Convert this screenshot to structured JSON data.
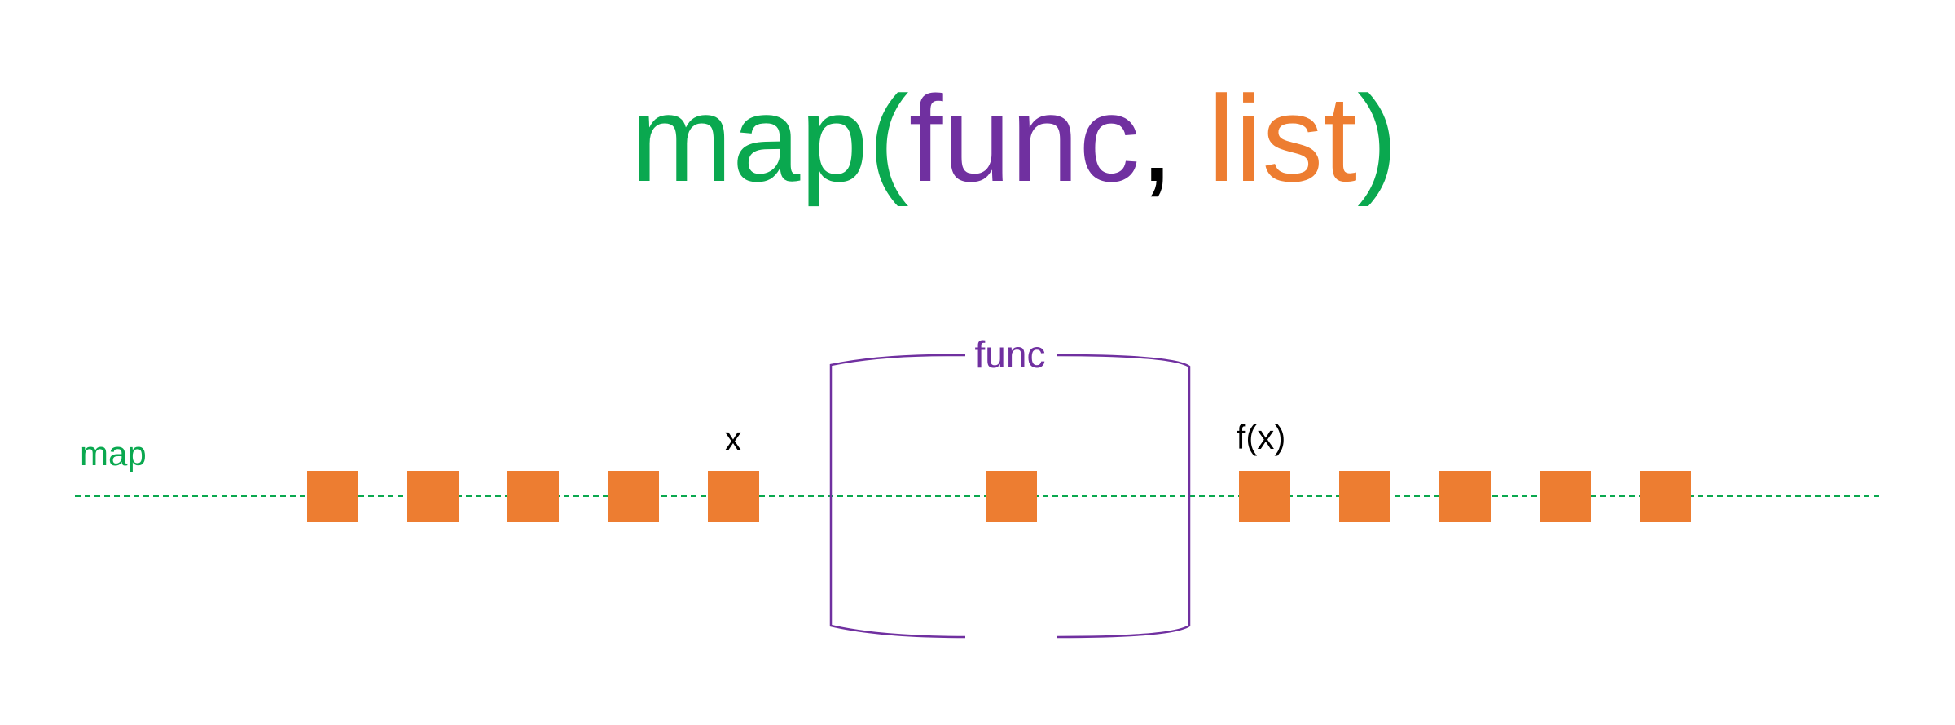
{
  "title": {
    "map": "map",
    "open_paren": "(",
    "func": "func",
    "comma": ",",
    "list": "list",
    "close_paren": ")"
  },
  "labels": {
    "map": "map",
    "x": "x",
    "func": "func",
    "fx": "f(x)"
  },
  "diagram": {
    "input_items": 5,
    "items_inside_func": 1,
    "output_items": 5
  },
  "colors": {
    "map": "#0aa84f",
    "func": "#7030a0",
    "list": "#ed7d31",
    "comma": "#000000",
    "text": "#000000",
    "item": "#ed7d31",
    "dashed_line": "#0aa84f",
    "bracket": "#7030a0"
  }
}
